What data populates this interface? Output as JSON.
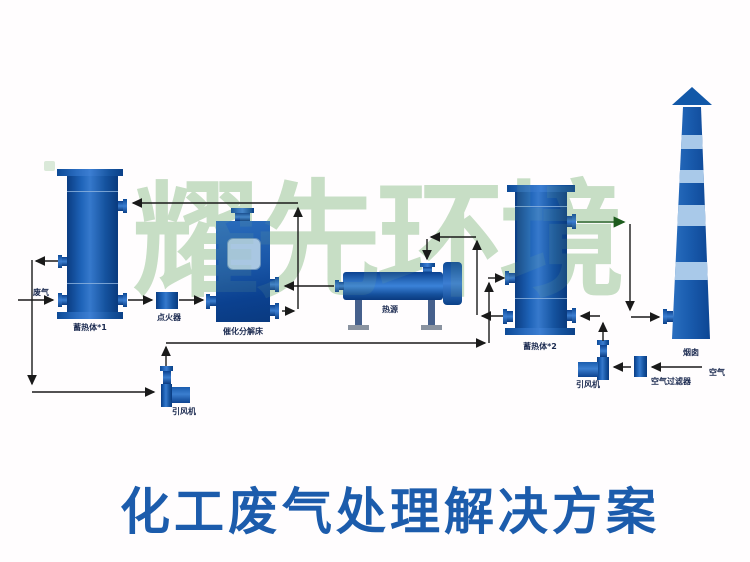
{
  "title": "化工废气处理解决方案",
  "watermark": "耀先环境",
  "labels": {
    "waste_gas": "废气",
    "regenerator1": "蓄热体*1",
    "igniter": "点火器",
    "catalytic_bed": "催化分解床",
    "heat_source": "热源",
    "regenerator2": "蓄热体*2",
    "fan1": "引风机",
    "fan2": "引风机",
    "air_filter": "空气过滤器",
    "air": "空气",
    "chimney": "烟囱"
  },
  "colors": {
    "equipment_blue": "#1258a8",
    "band_light_blue": "#a9c9e9",
    "title_blue": "#1c5cac",
    "watermark_green": "#8fbe8a",
    "arrow_black": "#1a1a1a",
    "arrow_green": "#1e5c1e"
  }
}
